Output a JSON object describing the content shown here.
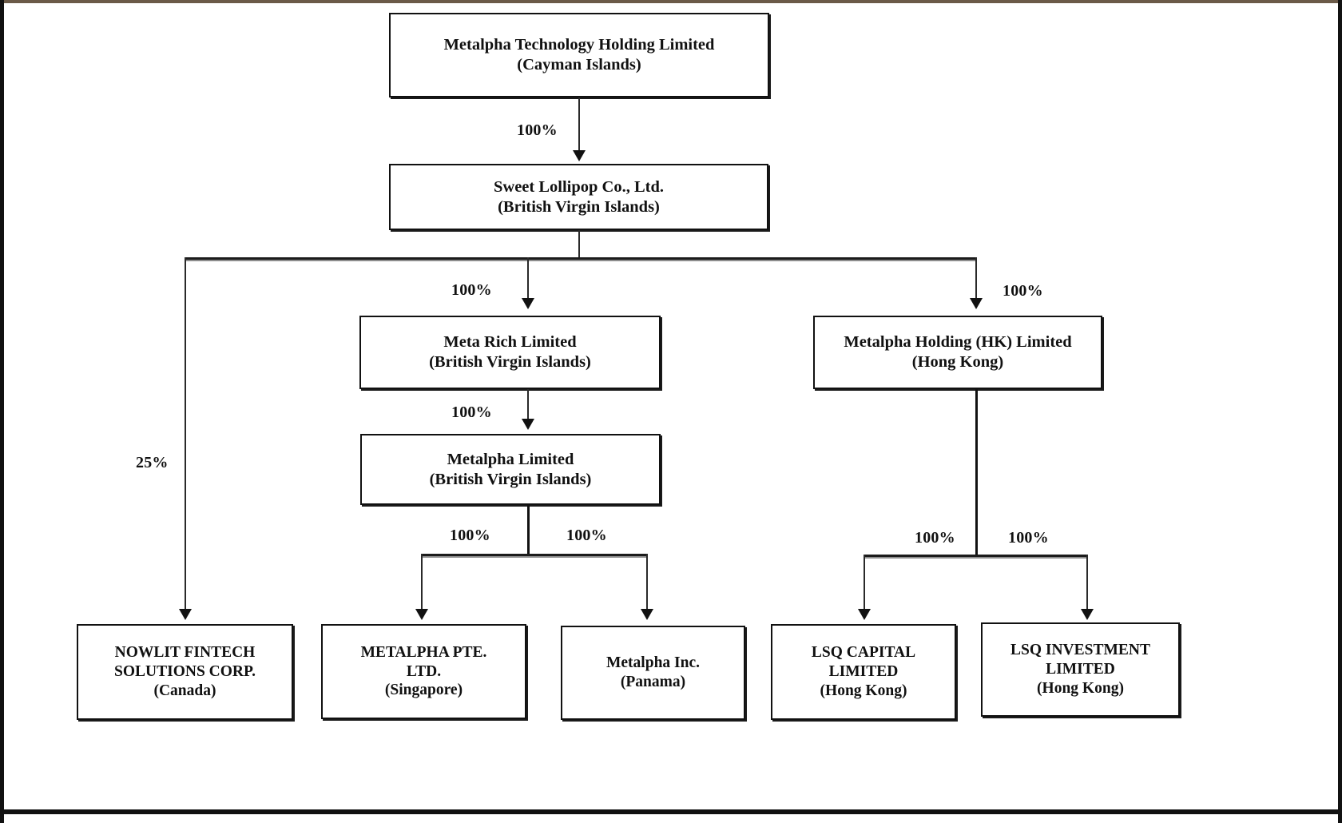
{
  "chart": {
    "type": "org-chart",
    "title": "Metalpha Technology Holding Limited corporate structure",
    "nodes": [
      {
        "id": "parent",
        "name": "Metalpha Technology Holding Limited",
        "jurisdiction": "(Cayman Islands)"
      },
      {
        "id": "sweet",
        "name": "Sweet Lollipop Co., Ltd.",
        "jurisdiction": "(British Virgin Islands)"
      },
      {
        "id": "metarich",
        "name": "Meta Rich Limited",
        "jurisdiction": "(British Virgin Islands)"
      },
      {
        "id": "hkhold",
        "name": "Metalpha Holding (HK) Limited",
        "jurisdiction": "(Hong Kong)"
      },
      {
        "id": "metalpha",
        "name": "Metalpha  Limited",
        "jurisdiction": "(British Virgin Islands)"
      },
      {
        "id": "nowlit",
        "name": "NOWLIT FINTECH\nSOLUTIONS CORP.",
        "jurisdiction": "(Canada)"
      },
      {
        "id": "pte",
        "name": "METALPHA PTE.\nLTD.",
        "jurisdiction": "(Singapore)"
      },
      {
        "id": "inc",
        "name": "Metalpha  Inc.",
        "jurisdiction": "(Panama)"
      },
      {
        "id": "lsqcap",
        "name": "LSQ CAPITAL\nLIMITED",
        "jurisdiction": "(Hong Kong)"
      },
      {
        "id": "lsqinv",
        "name": "LSQ INVESTMENT\nLIMITED",
        "jurisdiction": "(Hong Kong)"
      }
    ],
    "edges": [
      {
        "from": "parent",
        "to": "sweet",
        "label": "100%"
      },
      {
        "from": "sweet",
        "to": "nowlit",
        "label": "25%"
      },
      {
        "from": "sweet",
        "to": "metarich",
        "label": "100%"
      },
      {
        "from": "sweet",
        "to": "hkhold",
        "label": "100%"
      },
      {
        "from": "metarich",
        "to": "metalpha",
        "label": "100%"
      },
      {
        "from": "metalpha",
        "to": "pte",
        "label": "100%"
      },
      {
        "from": "metalpha",
        "to": "inc",
        "label": "100%"
      },
      {
        "from": "hkhold",
        "to": "lsqcap",
        "label": "100%"
      },
      {
        "from": "hkhold",
        "to": "lsqinv",
        "label": "100%"
      }
    ],
    "labels": {
      "p_parent_sweet": "100%",
      "p_sweet_metarich": "100%",
      "p_sweet_hkhold": "100%",
      "p_sweet_nowlit": "25%",
      "p_metarich_metalpha": "100%",
      "p_metalpha_pte": "100%",
      "p_metalpha_inc": "100%",
      "p_hkhold_lsqcap": "100%",
      "p_hkhold_lsqinv": "100%"
    },
    "colors": {
      "box_border": "#111111",
      "box_fill": "#ffffff",
      "line": "#2a2a2a",
      "text": "#111111",
      "page_background": "#ffffff"
    }
  }
}
